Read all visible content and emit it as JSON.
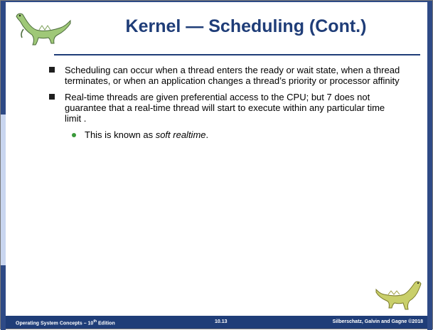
{
  "slide": {
    "title": "Kernel — Scheduling (Cont.)",
    "bullets": [
      {
        "text": "Scheduling can occur when a thread enters the ready or wait state, when a thread terminates, or when an application changes a thread’s priority or processor affinity"
      },
      {
        "text": "Real-time threads are given preferential access to the CPU; but 7 does not guarantee that a real-time thread will start to execute within any particular time limit ."
      }
    ],
    "sub_bullet": {
      "prefix": "This is known as ",
      "emphasis": "soft realtime",
      "suffix": "."
    }
  },
  "footer": {
    "left_prefix": "Operating System Concepts – 10",
    "left_sup": "th",
    "left_suffix": " Edition",
    "center": "10.13",
    "right": "Silberschatz, Galvin and Gagne ©2018"
  },
  "colors": {
    "accent": "#1f3d78",
    "sub_bullet_dot": "#3a9a3a"
  },
  "icons": {
    "logo_top": "dinosaur-logo",
    "logo_bottom": "dinosaur-logo"
  }
}
